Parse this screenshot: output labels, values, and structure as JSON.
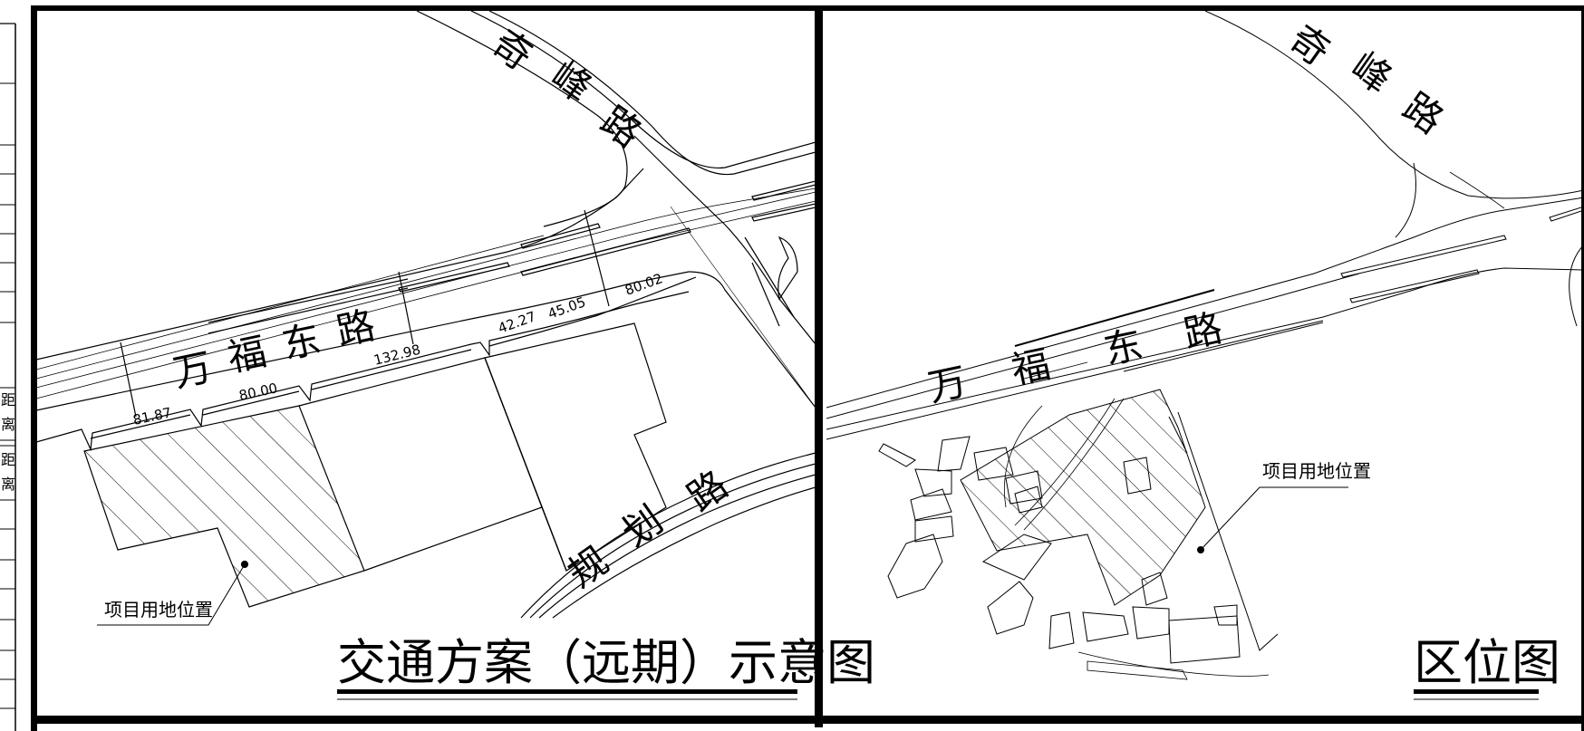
{
  "left_panel": {
    "title": "交通方案（远期）示意图",
    "roads": {
      "wanfu": [
        "万",
        "福",
        "东",
        "路"
      ],
      "qifeng": [
        "奇",
        "峰",
        "路"
      ],
      "guihua": [
        "规",
        "划",
        "路"
      ]
    },
    "dimensions": [
      "81.87",
      "80.00",
      "132.98",
      "42.27",
      "45.05",
      "80.02"
    ],
    "site_label": "项目用地位置"
  },
  "right_panel": {
    "title": "区位图",
    "roads": {
      "wanfu": [
        "万",
        "福",
        "东",
        "路"
      ],
      "qifeng": [
        "奇",
        "峰",
        "路"
      ]
    },
    "site_label": "项目用地位置"
  },
  "side_table": {
    "cells": [
      "距",
      "离",
      "距",
      "离"
    ]
  }
}
